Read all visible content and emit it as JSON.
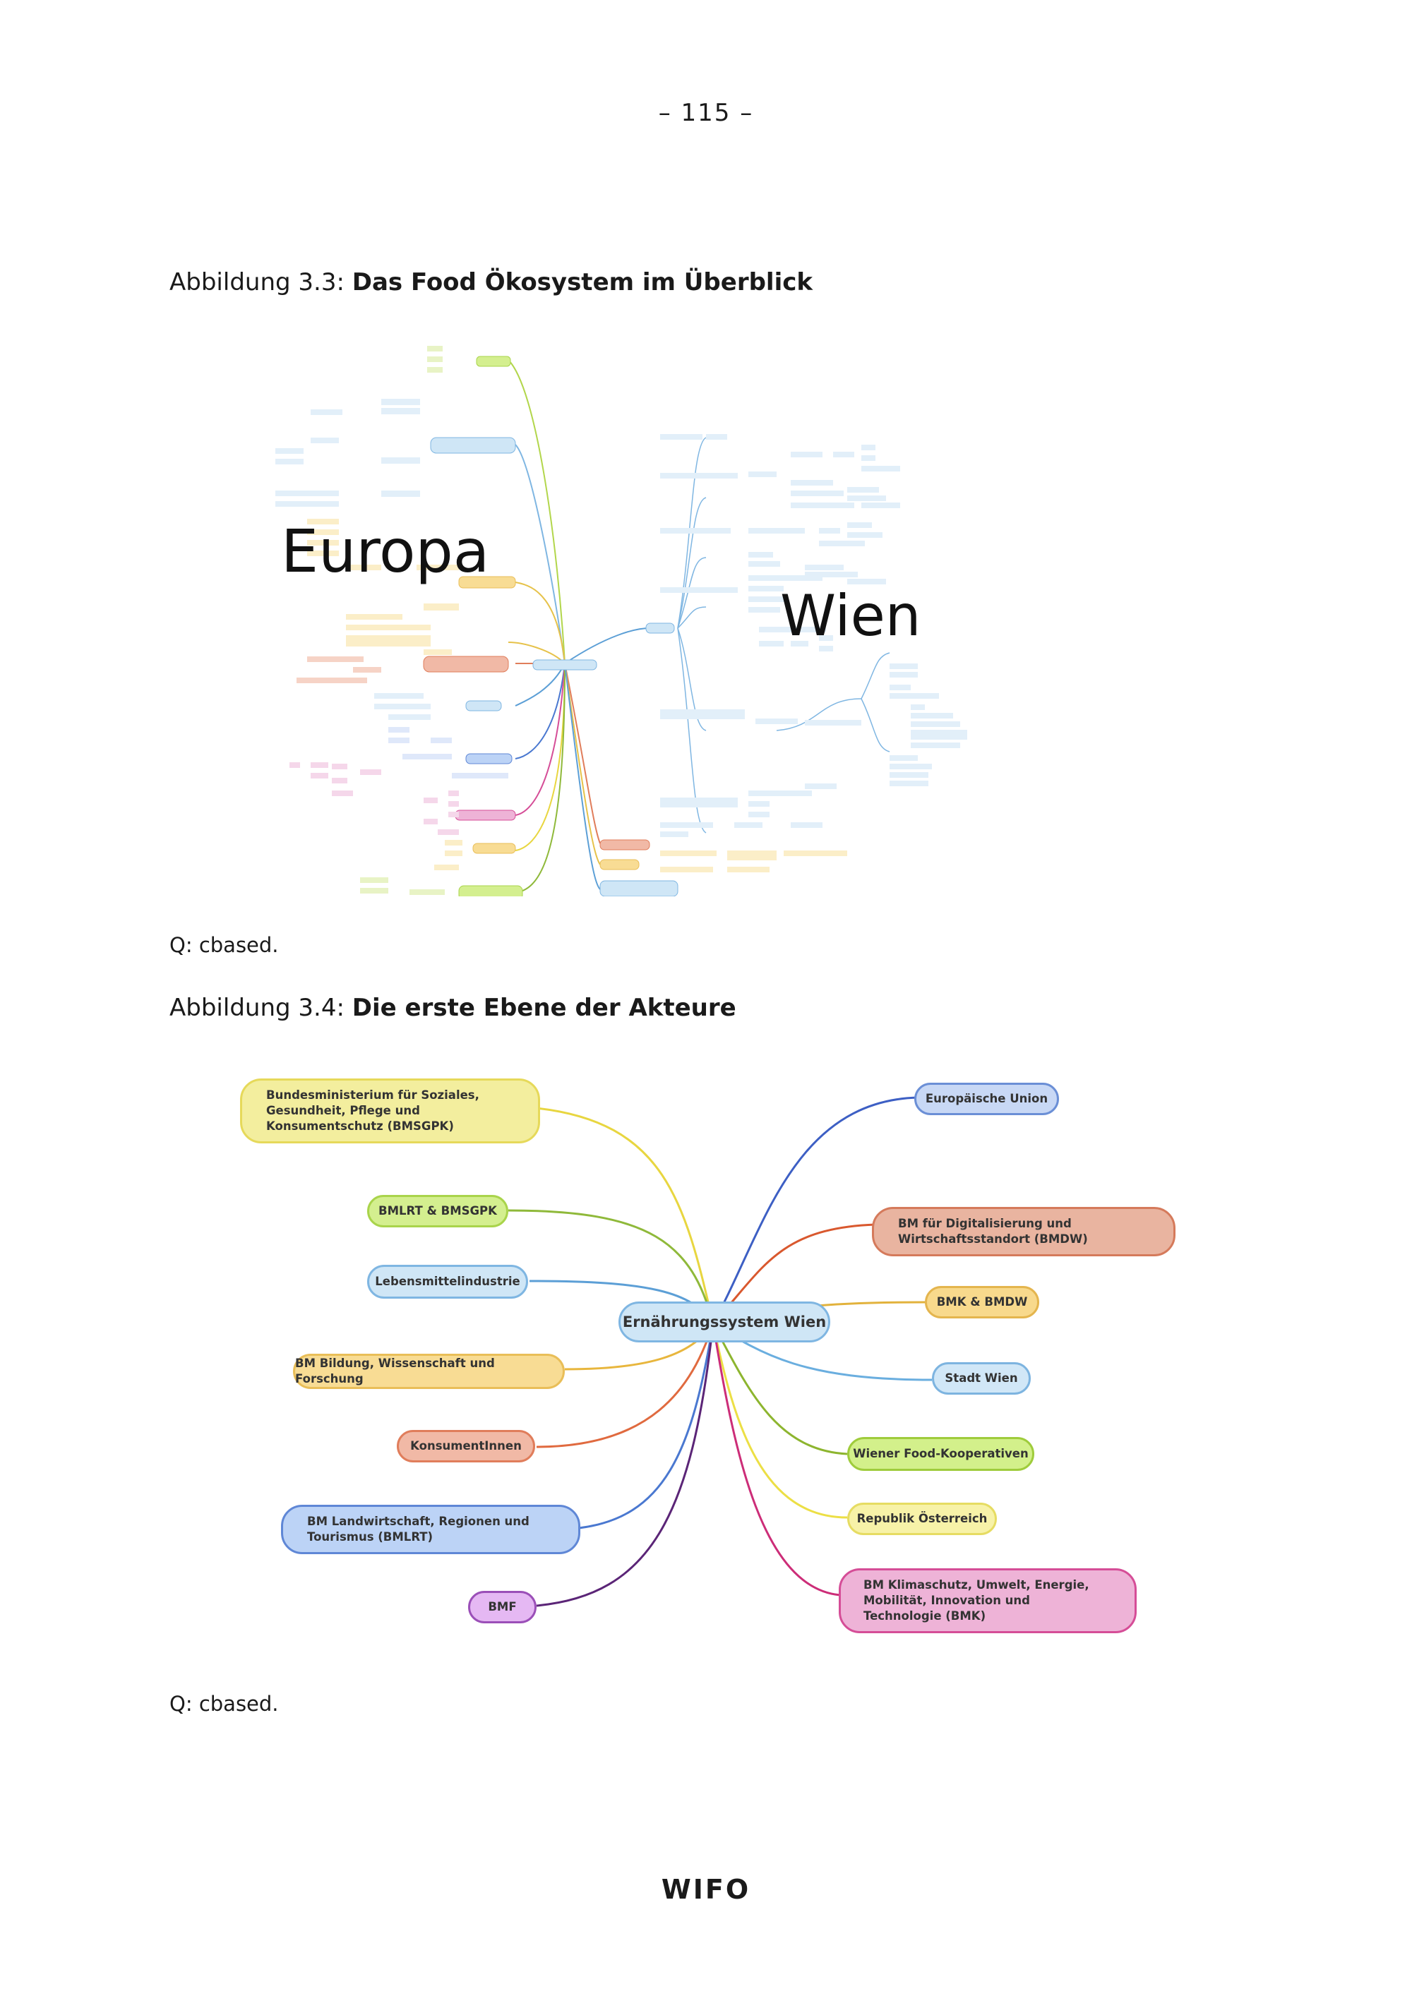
{
  "page_number": "– 115 –",
  "figure1": {
    "label": "Abbildung 3.3:",
    "title": "Das Food Ökosystem im Überblick",
    "label_europa": "Europa",
    "label_wien": "Wien",
    "source": "Q: cbased."
  },
  "figure2": {
    "label": "Abbildung 3.4:",
    "title": "Die erste Ebene der Akteure",
    "center": "Ernährungssystem Wien",
    "nodes": [
      {
        "text": "Bundesministerium für Soziales, Gesundheit, Pflege und Konsumentschutz (BMSGPK)",
        "color": "#f3ee9e",
        "border": "#e6d95a",
        "line": "#e8d640"
      },
      {
        "text": "BMLRT & BMSGPK",
        "color": "#d4ef8f",
        "border": "#a9d44b",
        "line": "#8fb93a"
      },
      {
        "text": "Lebensmittelindustrie",
        "color": "#cfe6f6",
        "border": "#7fb6e2",
        "line": "#5c9fd6"
      },
      {
        "text": "BM Bildung, Wissenschaft und Forschung",
        "color": "#f8dc94",
        "border": "#e9be58",
        "line": "#e8b63d"
      },
      {
        "text": "KonsumentInnen",
        "color": "#f1b9a6",
        "border": "#e07d5b",
        "line": "#e06a3f"
      },
      {
        "text": "BM Landwirtschaft, Regionen und Tourismus (BMLRT)",
        "color": "#bcd3f6",
        "border": "#5f87d6",
        "line": "#4a78d0"
      },
      {
        "text": "BMF",
        "color": "#e5b8f3",
        "border": "#9b4fb8",
        "line": "#5b2577"
      },
      {
        "text": "Europäische Union",
        "color": "#c8d8f5",
        "border": "#6b8fd6",
        "line": "#3d5fc4"
      },
      {
        "text": "BM für Digitalisierung und Wirtschaftsstandort (BMDW)",
        "color": "#e9b4a0",
        "border": "#d57a5b",
        "line": "#d9582e"
      },
      {
        "text": "BMK & BMDW",
        "color": "#f8d98c",
        "border": "#e4b54e",
        "line": "#e2b23c"
      },
      {
        "text": "Stadt Wien",
        "color": "#d1e7f7",
        "border": "#7db4e0",
        "line": "#6aaedf"
      },
      {
        "text": "Wiener Food-Kooperativen",
        "color": "#d3f08b",
        "border": "#9fcc3c",
        "line": "#8db52f"
      },
      {
        "text": "Republik Österreich",
        "color": "#f7f2a8",
        "border": "#e6dc62",
        "line": "#ecdf45"
      },
      {
        "text": "BM Klimaschutz, Umwelt, Energie, Mobilität, Innovation und Technologie (BMK)",
        "color": "#eeb3d7",
        "border": "#d54d97",
        "line": "#cc2d78"
      }
    ],
    "source": "Q: cbased."
  },
  "footer_logo": "WIFO"
}
